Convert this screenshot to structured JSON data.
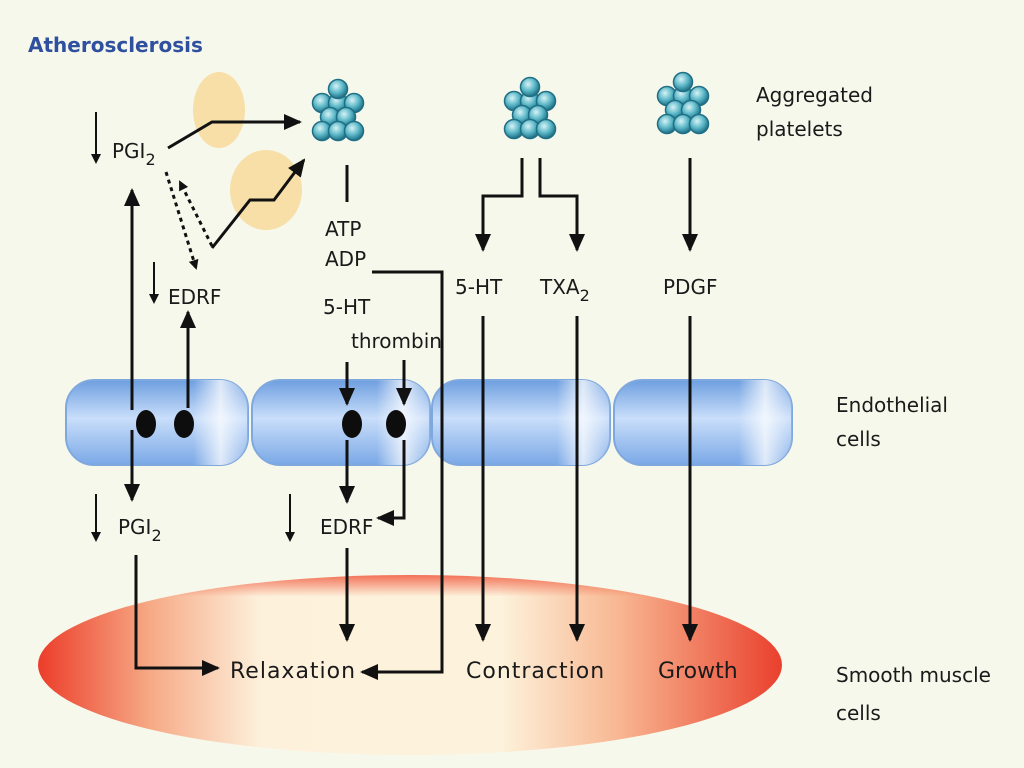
{
  "title": "Atherosclerosis",
  "side_labels": {
    "platelets": [
      "Aggregated",
      "platelets"
    ],
    "endothelial": [
      "Endothelial",
      "cells"
    ],
    "smooth_muscle": [
      "Smooth muscle",
      "cells"
    ]
  },
  "mediators": {
    "pgi_top_main": "PGI",
    "pgi_top_sub": "2",
    "edrf_top": "EDRF",
    "atp": "ATP",
    "adp": "ADP",
    "ht_left": "5-HT",
    "thrombin": "thrombin",
    "ht_mid": "5-HT",
    "txa_main": "TXA",
    "txa_sub": "2",
    "pdgf": "PDGF",
    "pgi_bottom_main": "PGI",
    "pgi_bottom_sub": "2",
    "edrf_bottom": "EDRF"
  },
  "effects": {
    "relaxation": "Relaxation",
    "contraction": "Contraction",
    "growth": "Growth"
  },
  "colors": {
    "title": "#2f4f9f",
    "platelet": "#5cb8c8",
    "endothelium": "#9fc4f0",
    "muscle_edge": "#ee4a36",
    "muscle_center": "#fdf3dc",
    "halo": "#f7dca0"
  },
  "icons": [
    "down-arrow-icon",
    "platelet-cluster-icon",
    "cell-nucleus-icon"
  ]
}
